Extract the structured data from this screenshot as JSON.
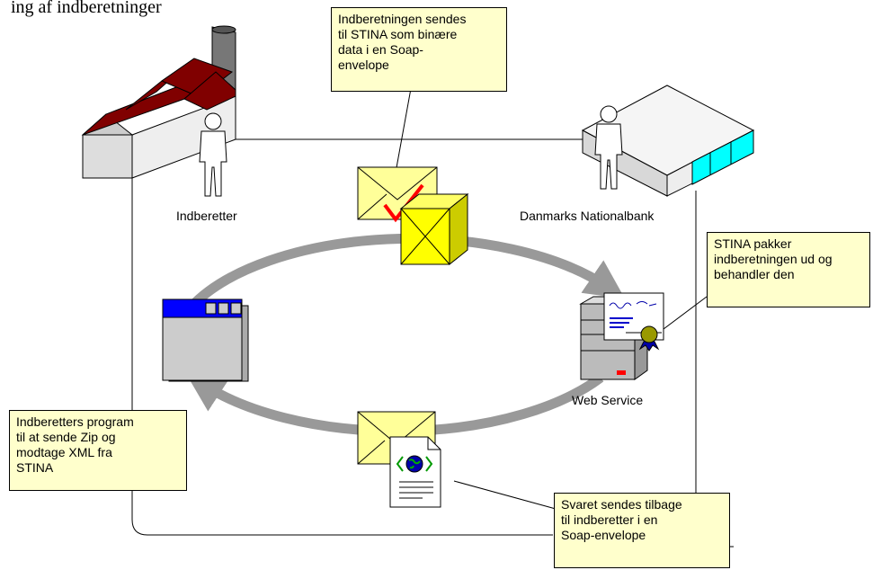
{
  "header_fragment": "ing af indberetninger",
  "labels": {
    "reporter": "Indberetter",
    "bank": "Danmarks Nationalbank",
    "web_service": "Web Service"
  },
  "callouts": {
    "send_binary": "Indberetningen sendes\ntil STINA som binære\ndata i en Soap-\nenvelope",
    "stina_unpacks": "STINA pakker\nindberetningen ud og\nbehandler den",
    "reporter_program": "Indberetters program\ntil at sende Zip og\nmodtage XML fra\nSTINA",
    "response_sent": "Svaret sendes tilbage\ntil indberetter i en\nSoap-envelope"
  },
  "colors": {
    "callout_fill": "#ffffcc",
    "factory_roof": "#800000",
    "bank_accent": "#00ffff",
    "app_titlebar": "#0000ff",
    "envelope": "#ffff99",
    "package": "#ffff00",
    "checkmark": "#ff0000",
    "cycle_arrow": "#999999"
  }
}
